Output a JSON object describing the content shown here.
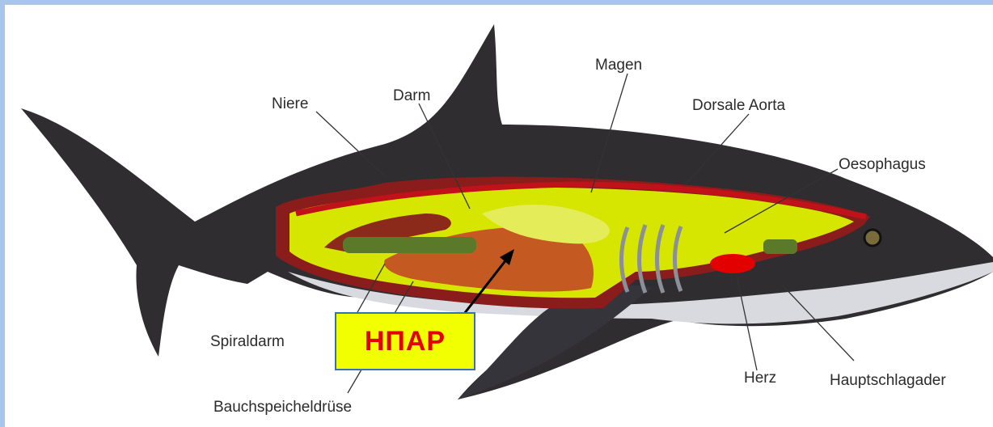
{
  "labels": {
    "niere": "Niere",
    "darm": "Darm",
    "magen": "Magen",
    "dorsale_aorta": "Dorsale Aorta",
    "oesophagus": "Oesophagus",
    "spiraldarm": "Spiraldarm",
    "bauchspeicheldruese": "Bauchspeicheldrüse",
    "herz": "Herz",
    "hauptschlagader": "Hauptschlagader"
  },
  "callout": {
    "text": "НПАР",
    "text_color": "#e30000",
    "box_color": "#f2ff00",
    "border_color": "#3a6fb0"
  },
  "colors": {
    "border": "#a9c6ea",
    "body_dark": "#2f2d30",
    "belly": "#d9dadf",
    "cavity": "#d6e600",
    "vessel": "#c1121a",
    "liver": "#c45a22"
  }
}
